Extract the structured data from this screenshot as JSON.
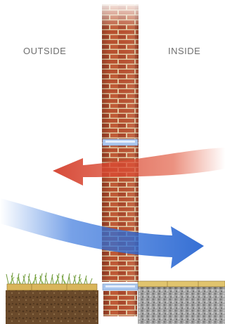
{
  "labels": {
    "outside": "OUTSIDE",
    "inside": "INSIDE"
  },
  "airflow": [
    {
      "name": "warm-air",
      "direction": "inside-to-outside",
      "color": "#d8402c"
    },
    {
      "name": "cold-air",
      "direction": "outside-to-inside",
      "color": "#2f6fd6"
    }
  ],
  "colors": {
    "brick": "#b54b2f",
    "mortar": "#e7cfa8",
    "grass": "#6f9a3a",
    "soil": "#6b4b2c",
    "gravel": "#9a9a9a",
    "damp_proof_course": "#a9c6ee"
  }
}
